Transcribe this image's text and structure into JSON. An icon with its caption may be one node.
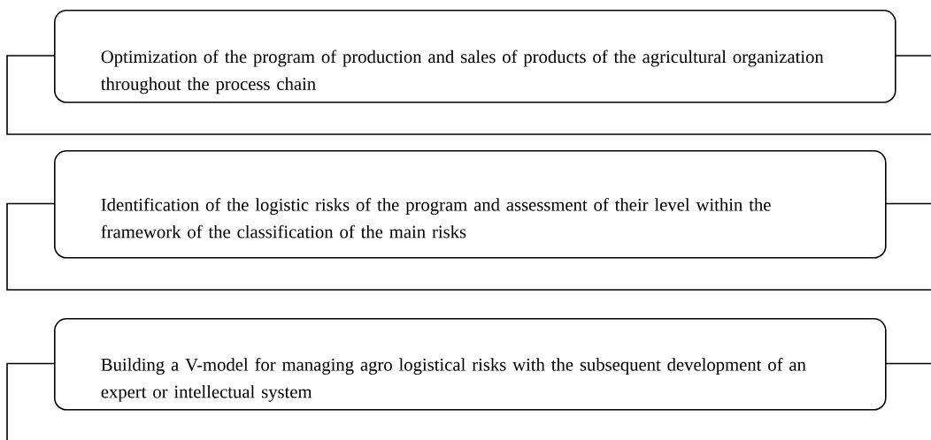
{
  "diagram": {
    "nodes": [
      {
        "text": [
          "Optimization of the program of production and sales of products of the agricultural organization throughout the process chain"
        ]
      },
      {
        "text": [
          "Identification of the logistic risks of the program and assessment of their level within the framework of the classification of the main risks"
        ]
      },
      {
        "text": [
          "Building a V-model for managing agro logistical risks with the subsequent development of an expert or intellectual system"
        ]
      }
    ]
  }
}
